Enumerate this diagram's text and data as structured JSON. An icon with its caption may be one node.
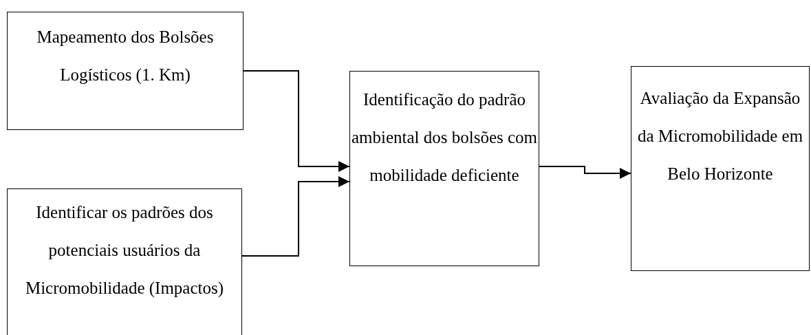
{
  "diagram": {
    "nodes": [
      {
        "text": [
          "Mapeamento dos Bolsões Logísticos (1. Km)"
        ]
      },
      {
        "text": [
          "Identificar os padrões dos potenciais usuários da Micromobilidade (Impactos)"
        ]
      },
      {
        "text": [
          "Identificação do padrão ambiental dos bolsões com mobilidade deficiente"
        ]
      },
      {
        "text": [
          "Avaliação da Expansão da Micromobilidade em Belo Horizonte"
        ]
      }
    ],
    "edges": [
      {
        "from": 0,
        "to": 2,
        "arrow": "to"
      },
      {
        "from": 1,
        "to": 2,
        "arrow": "to"
      },
      {
        "from": 2,
        "to": 3,
        "arrow": "to"
      }
    ]
  }
}
